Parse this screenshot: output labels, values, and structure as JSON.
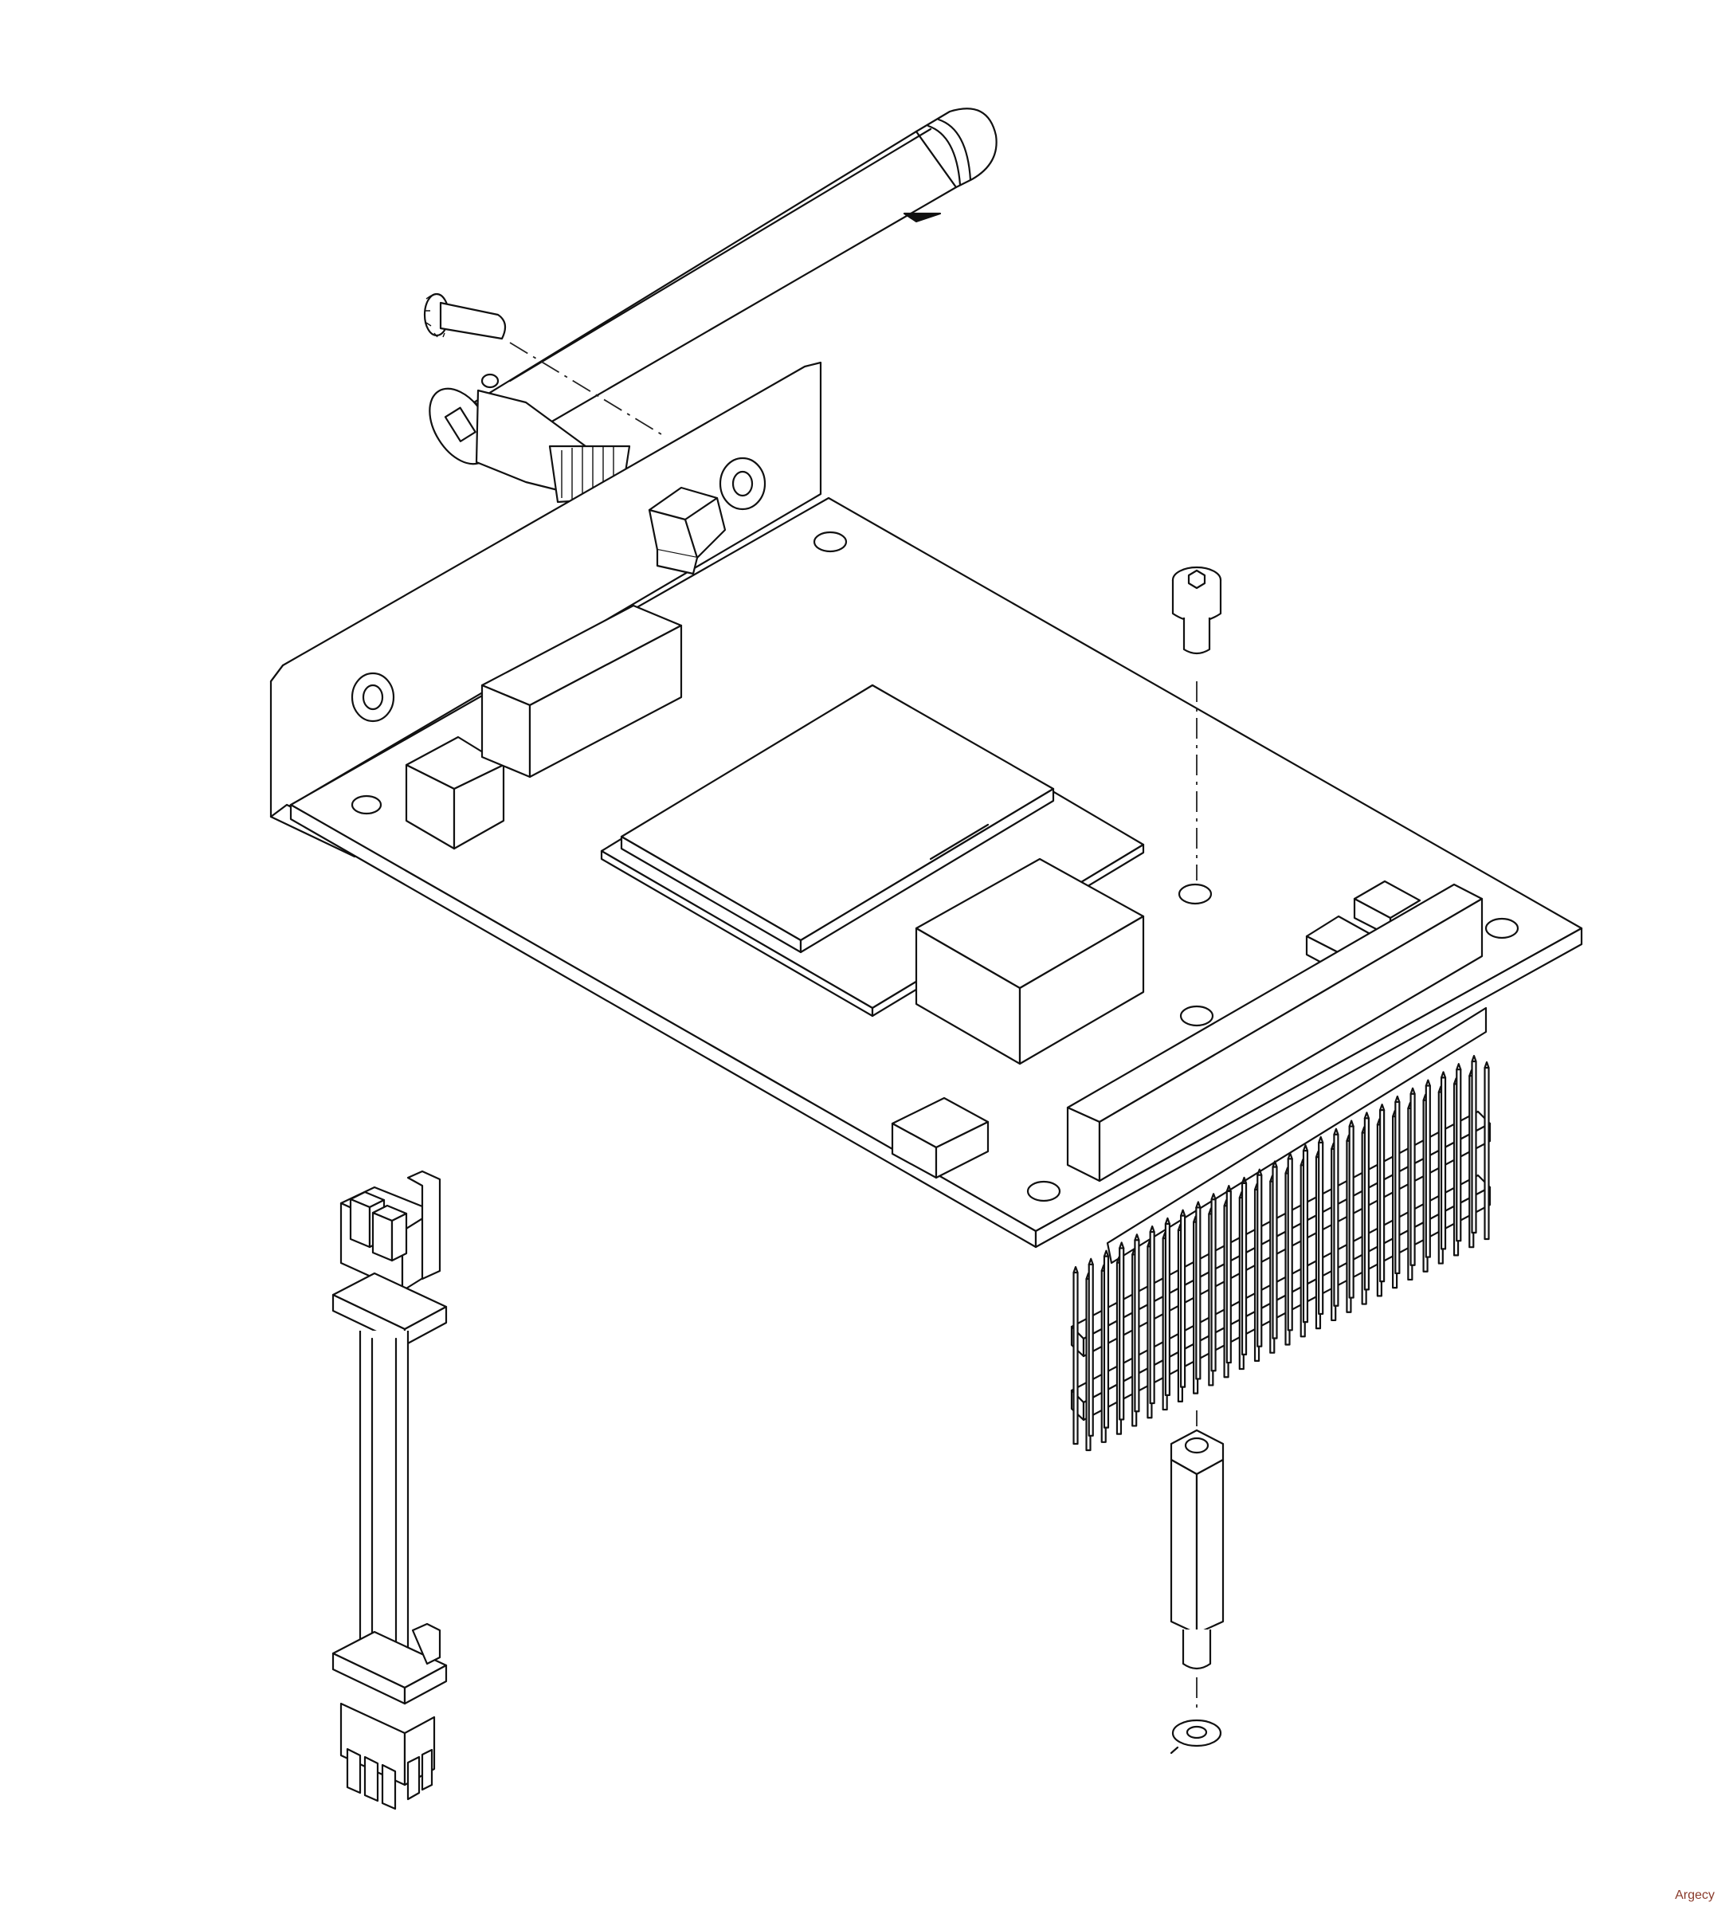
{
  "watermark": "Argecy",
  "colors": {
    "line": "#111111",
    "background": "#ffffff",
    "watermark": "#8a3b2c"
  },
  "parts": [
    "antenna",
    "antenna-connector",
    "mounting-screw",
    "bracket",
    "hex-nut",
    "washer",
    "circuit-board",
    "rf-module",
    "shield-cover",
    "socket-header",
    "pin-header-strip",
    "cap-screw",
    "hex-standoff",
    "lock-washer",
    "cable-assembly"
  ]
}
